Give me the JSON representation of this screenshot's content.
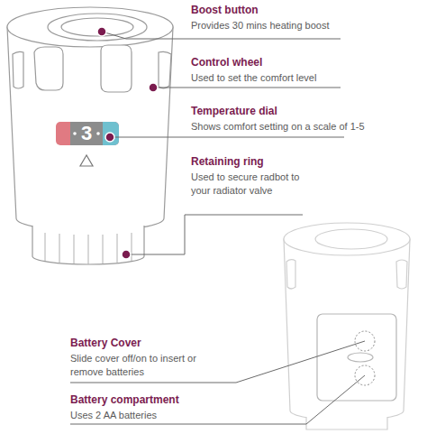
{
  "diagram": {
    "labels": [
      "Boost button",
      "Provides 30 mins heating boost",
      "Control wheel",
      "Used to set the comfort level",
      "Temperature dial",
      "Shows comfort setting on a scale of 1-5",
      "Retaining ring",
      "Used to secure radbot to your radiator valve",
      "3",
      "Battery Cover",
      "Slide cover off/on to insert or remove batteries",
      "Battery compartment",
      "Uses 2 AA batteries"
    ]
  }
}
